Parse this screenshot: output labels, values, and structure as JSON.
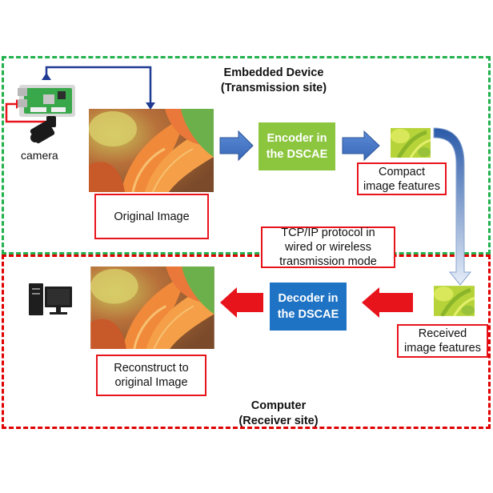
{
  "embedded_region": {
    "title_line1": "Embedded Device",
    "title_line2": "(Transmission site)",
    "border_color": "#22b14c"
  },
  "computer_region": {
    "title_line1": "Computer",
    "title_line2": "(Receiver site)",
    "border_color": "#e00000"
  },
  "camera": {
    "label": "camera",
    "icon": "camera-icon",
    "board_icon": "raspberry-pi-board-icon"
  },
  "original_image": {
    "caption": "Original Image",
    "icon": "flower-photo"
  },
  "encoder": {
    "label": "Encoder in\nthe DSCAE",
    "color": "#8cc63f"
  },
  "compact_features": {
    "caption": "Compact\nimage features"
  },
  "protocol": {
    "text": "TCP/IP protocol in\nwired or wireless\ntransmission mode"
  },
  "received_features": {
    "caption": "Received\nimage features"
  },
  "decoder": {
    "label": "Decoder in\nthe DSCAE",
    "color": "#1f73c4"
  },
  "reconstructed_image": {
    "caption": "Reconstruct to\noriginal Image"
  },
  "computer": {
    "icon": "desktop-computer-icon"
  },
  "colors": {
    "label_border": "#e8141c",
    "flow_arrow_blue": "#4472c4",
    "flow_arrow_red": "#e8141c",
    "link_arrow_navy": "#1f3a93"
  }
}
